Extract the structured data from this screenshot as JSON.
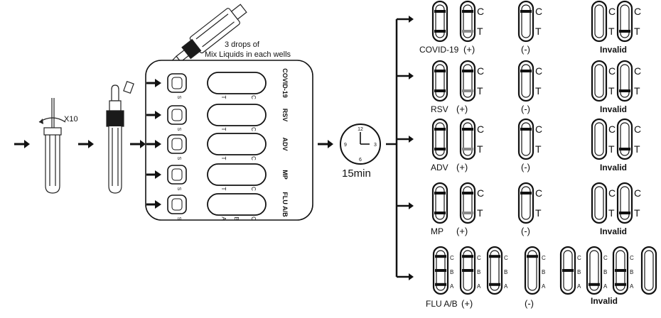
{
  "step_labels": {
    "rotate_count": "X10",
    "drops_instruction_line1": "3 drops of",
    "drops_instruction_line2": "Mix Liquids in each wells",
    "timer": "15min"
  },
  "clock_numbers": [
    "12",
    "3",
    "6",
    "9"
  ],
  "cassette": {
    "sample_mark": "S",
    "rows": [
      {
        "name": "COVID-19",
        "window_left": "T",
        "window_right": "C"
      },
      {
        "name": "RSV",
        "window_left": "T",
        "window_right": "C"
      },
      {
        "name": "ADV",
        "window_left": "T",
        "window_right": "C"
      },
      {
        "name": "MP",
        "window_left": "T",
        "window_right": "C"
      },
      {
        "name": "FLU A/B",
        "window_left": "A",
        "window_mid": "B",
        "window_right": "C"
      }
    ]
  },
  "results": {
    "line_c": "C",
    "line_t": "T",
    "line_a": "A",
    "line_b": "B",
    "positive": "(+)",
    "negative": "(-)",
    "invalid": "Invalid",
    "rows": [
      {
        "name": "COVID-19"
      },
      {
        "name": "RSV"
      },
      {
        "name": "ADV"
      },
      {
        "name": "MP"
      },
      {
        "name": "FLU A/B"
      }
    ]
  },
  "colors": {
    "ink": "#111111",
    "faint_line": "#8a8a8a",
    "cassette_fill": "#ffffff"
  }
}
